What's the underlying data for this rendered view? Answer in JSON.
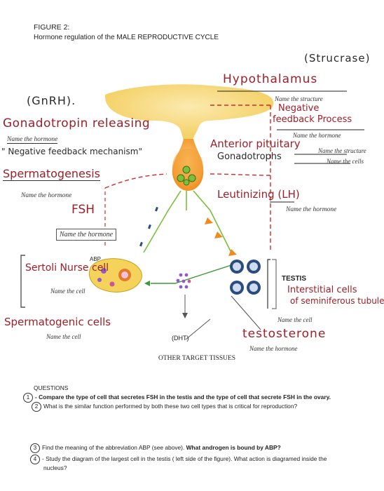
{
  "figure": {
    "label": "FIGURE 2:",
    "title": "Hormone regulation of the MALE REPRODUCTIVE CYCLE"
  },
  "handwriting": {
    "strucrase": "(Strucrase)",
    "hypothalamus": "Hypothalamus",
    "gnrh": "(GnRH).",
    "gonadotropin_releasing": "Gonadotropin releasing",
    "negative_feedback_mechanism": "\" Negative feedback mechanism\"",
    "spermatogenesis": "Spermatogenesis",
    "fsh": "FSH",
    "negative": "Negative",
    "feedback_process": "feedback Process",
    "anterior_pituitary": "Anterior pituitary",
    "gonadotrophs": "Gonadotrophs",
    "leutinizing_lh": "Leutinizing (LH)",
    "sertoli_nurse_cell": "Sertoli Nurse cell",
    "spermatogenic_cells": "Spermatogenic cells",
    "interstitial_cells": "Interstitial cells",
    "of_seminiferous_tubules": "of seminiferous tubules",
    "testosterone": "testosterone"
  },
  "printed_labels": {
    "name_the_structure_1": "Name the structure",
    "name_the_hormone_1": "Name the hormone",
    "name_the_structure_2": "Name the structure",
    "name_the_cells": "Name the cells",
    "name_the_hormone_2": "Name the hormone",
    "name_the_hormone_left": "Name the hormone",
    "name_the_hormone_3": "Name the hormone",
    "name_the_cell_sertoli": "Name the cell",
    "name_the_cell_spermatogenic": "Name the cell",
    "name_the_cell_leydig": "Name the cell",
    "name_the_hormone_4": "Name the hormone",
    "abp": "ABP",
    "testis": "TESTIS",
    "dht": "(DHT)",
    "other_target_tissues": "OTHER TARGET TISSUES"
  },
  "questions": {
    "heading": "QUESTIONS",
    "q1_num": "1",
    "q1": "- Compare the type of cell that secretes FSH in the testis and the type of cell that secrete FSH in the ovary.",
    "q2_num": "2",
    "q2": "What is the similar function performed by both these two cell types that is critical for reproduction?",
    "q3_num": "3",
    "q3_a": "Find the meaning of the abbreviation ABP (see above).",
    "q3_b": " What androgen is bound by ABP?",
    "q4_num": "4",
    "q4_line1": "- Study the diagram of the largest cell in the testis ( left side of the figure). What action is diagramed inside the",
    "q4_line2": "nucleus?"
  },
  "colors": {
    "hypothalamus": "#f2c94c",
    "pituitary": "#f4a13a",
    "arrow": "#f08a1c",
    "green_cell": "#7bbf3a",
    "leydig": "#2b4c7e",
    "handwriting": "#9e1f27"
  }
}
